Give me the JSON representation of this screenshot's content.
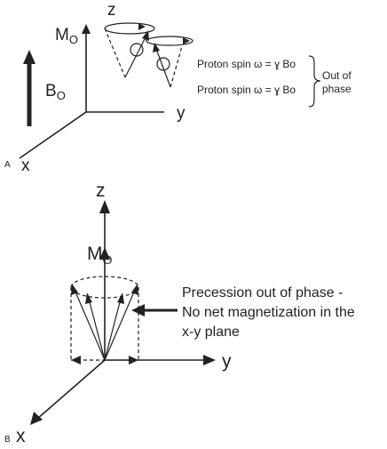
{
  "panel_a": {
    "panel_label": "A",
    "axis_z": "z",
    "axis_y": "y",
    "axis_x": "x",
    "moment_symbol": "M",
    "moment_subscript": "O",
    "field_symbol": "B",
    "field_subscript": "O",
    "spin_line_1": "Proton spin ω = ɣ Bo",
    "spin_line_2": "Proton spin ω = ɣ Bo",
    "phase_note_line_1": "Out of",
    "phase_note_line_2": "phase"
  },
  "panel_b": {
    "panel_label": "B",
    "axis_z": "z",
    "axis_y": "y",
    "axis_x": "x",
    "moment_symbol": "M",
    "moment_subscript": "O",
    "caption_line_1": "Precession out of phase -",
    "caption_line_2": "No net magnetization in the",
    "caption_line_3": "x-y plane"
  }
}
